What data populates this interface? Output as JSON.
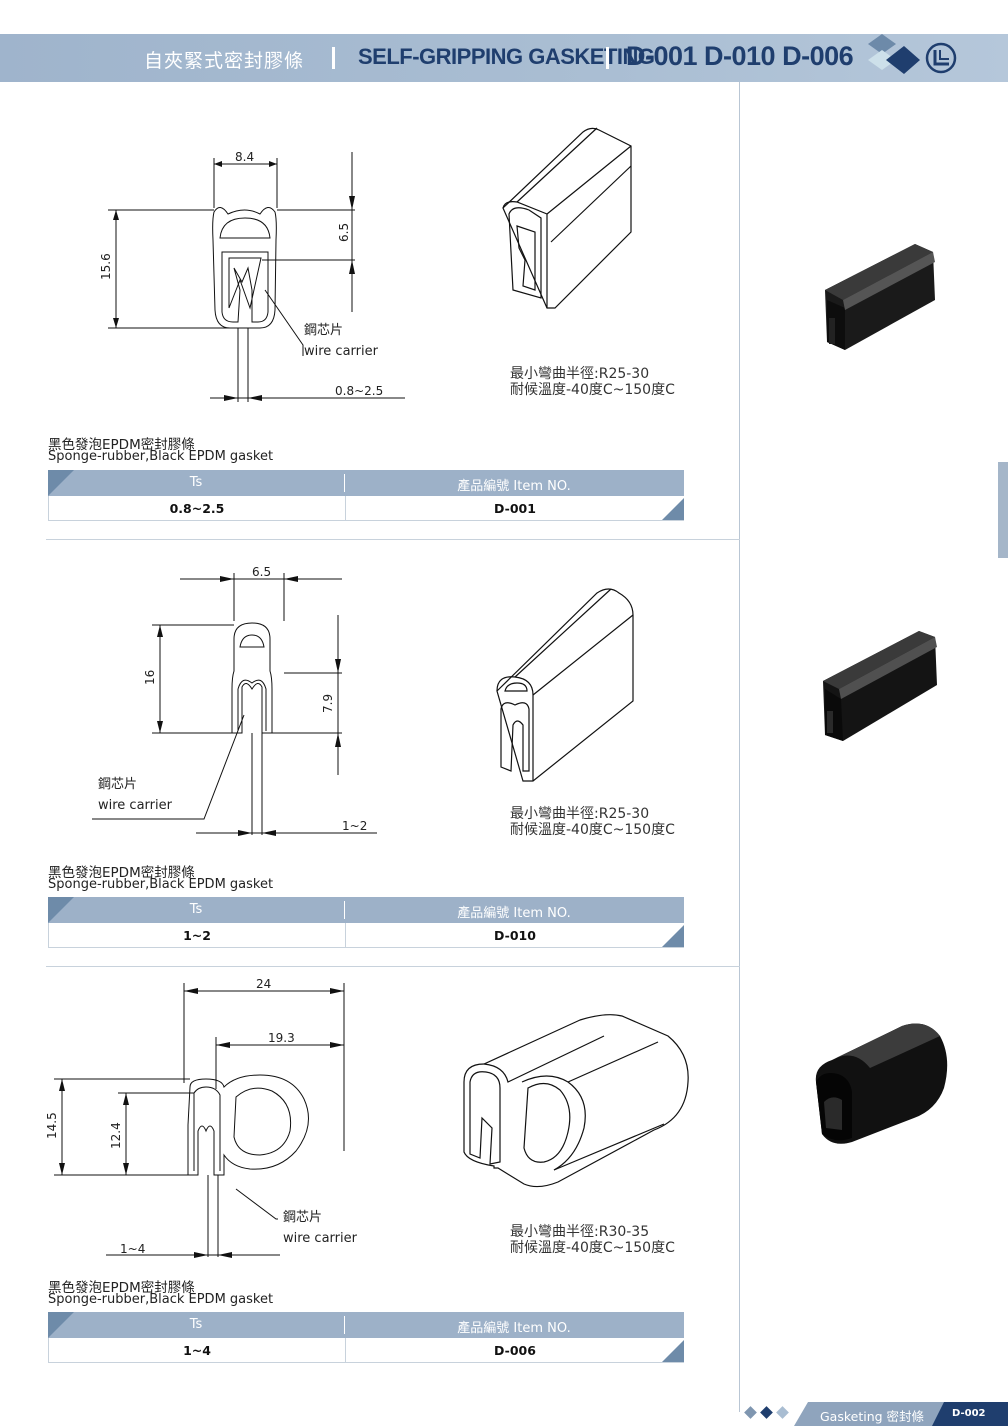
{
  "header": {
    "title_cn": "自夾緊式密封膠條",
    "title_en": "SELF-GRIPPING GASKETING",
    "codes": "D-001 D-010 D-006",
    "logo_icon": "company-logo-icon",
    "diamond_icon": "diamond-logo-icon"
  },
  "colors": {
    "brand_navy": "#1f3e6e",
    "header_blue": "#a9bdd2",
    "table_head": "#9db1c8"
  },
  "products": [
    {
      "dims": {
        "width": "8.4",
        "height": "15.6",
        "inner": "6.5",
        "range": "0.8~2.5"
      },
      "label_cn": "鋼芯片",
      "label_en": "wire carrier",
      "notes": [
        "最小彎曲半徑:R25-30",
        "耐候溫度-40度C~150度C"
      ],
      "material_cn": "黑色發泡EPDM密封膠條",
      "material_en": "Sponge-rubber,Black EPDM gasket",
      "table": {
        "col1": "Ts",
        "col2": "產品編號  Item NO.",
        "ts": "0.8~2.5",
        "item": "D-001"
      }
    },
    {
      "dims": {
        "width": "6.5",
        "height": "16",
        "inner": "7.9",
        "range": "1~2"
      },
      "label_cn": "鋼芯片",
      "label_en": "wire carrier",
      "notes": [
        "最小彎曲半徑:R25-30",
        "耐候溫度-40度C~150度C"
      ],
      "material_cn": "黑色發泡EPDM密封膠條",
      "material_en": "Sponge-rubber,Black EPDM gasket",
      "table": {
        "col1": "Ts",
        "col2": "產品編號  Item NO.",
        "ts": "1~2",
        "item": "D-010"
      }
    },
    {
      "dims": {
        "width": "24",
        "width_inner": "19.3",
        "height": "14.5",
        "inner": "12.4",
        "range": "1~4"
      },
      "label_cn": "鋼芯片",
      "label_en": "wire carrier",
      "notes": [
        "最小彎曲半徑:R30-35",
        "耐候溫度-40度C~150度C"
      ],
      "material_cn": "黑色發泡EPDM密封膠條",
      "material_en": "Sponge-rubber,Black EPDM gasket",
      "table": {
        "col1": "Ts",
        "col2": "產品編號  Item NO.",
        "ts": "1~4",
        "item": "D-006"
      }
    }
  ],
  "footer": {
    "label": "Gasketing 密封條",
    "page": "D-002",
    "dot_colors": [
      "#7f96b0",
      "#1f3e6e",
      "#a9bdd2"
    ]
  }
}
